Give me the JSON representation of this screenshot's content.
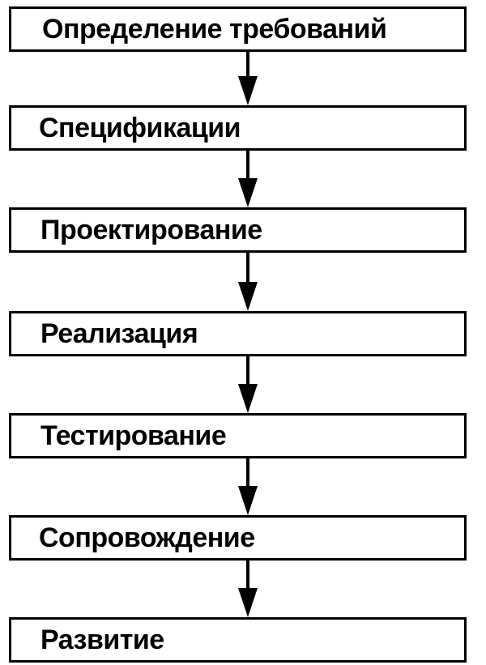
{
  "diagram": {
    "steps": [
      {
        "label": "Определение требований"
      },
      {
        "label": "Спецификации"
      },
      {
        "label": "Проектирование"
      },
      {
        "label": "Реализация"
      },
      {
        "label": "Тестирование"
      },
      {
        "label": "Сопровождение"
      },
      {
        "label": "Развитие"
      }
    ],
    "colors": {
      "line": "#000000",
      "background": "#ffffff"
    }
  }
}
